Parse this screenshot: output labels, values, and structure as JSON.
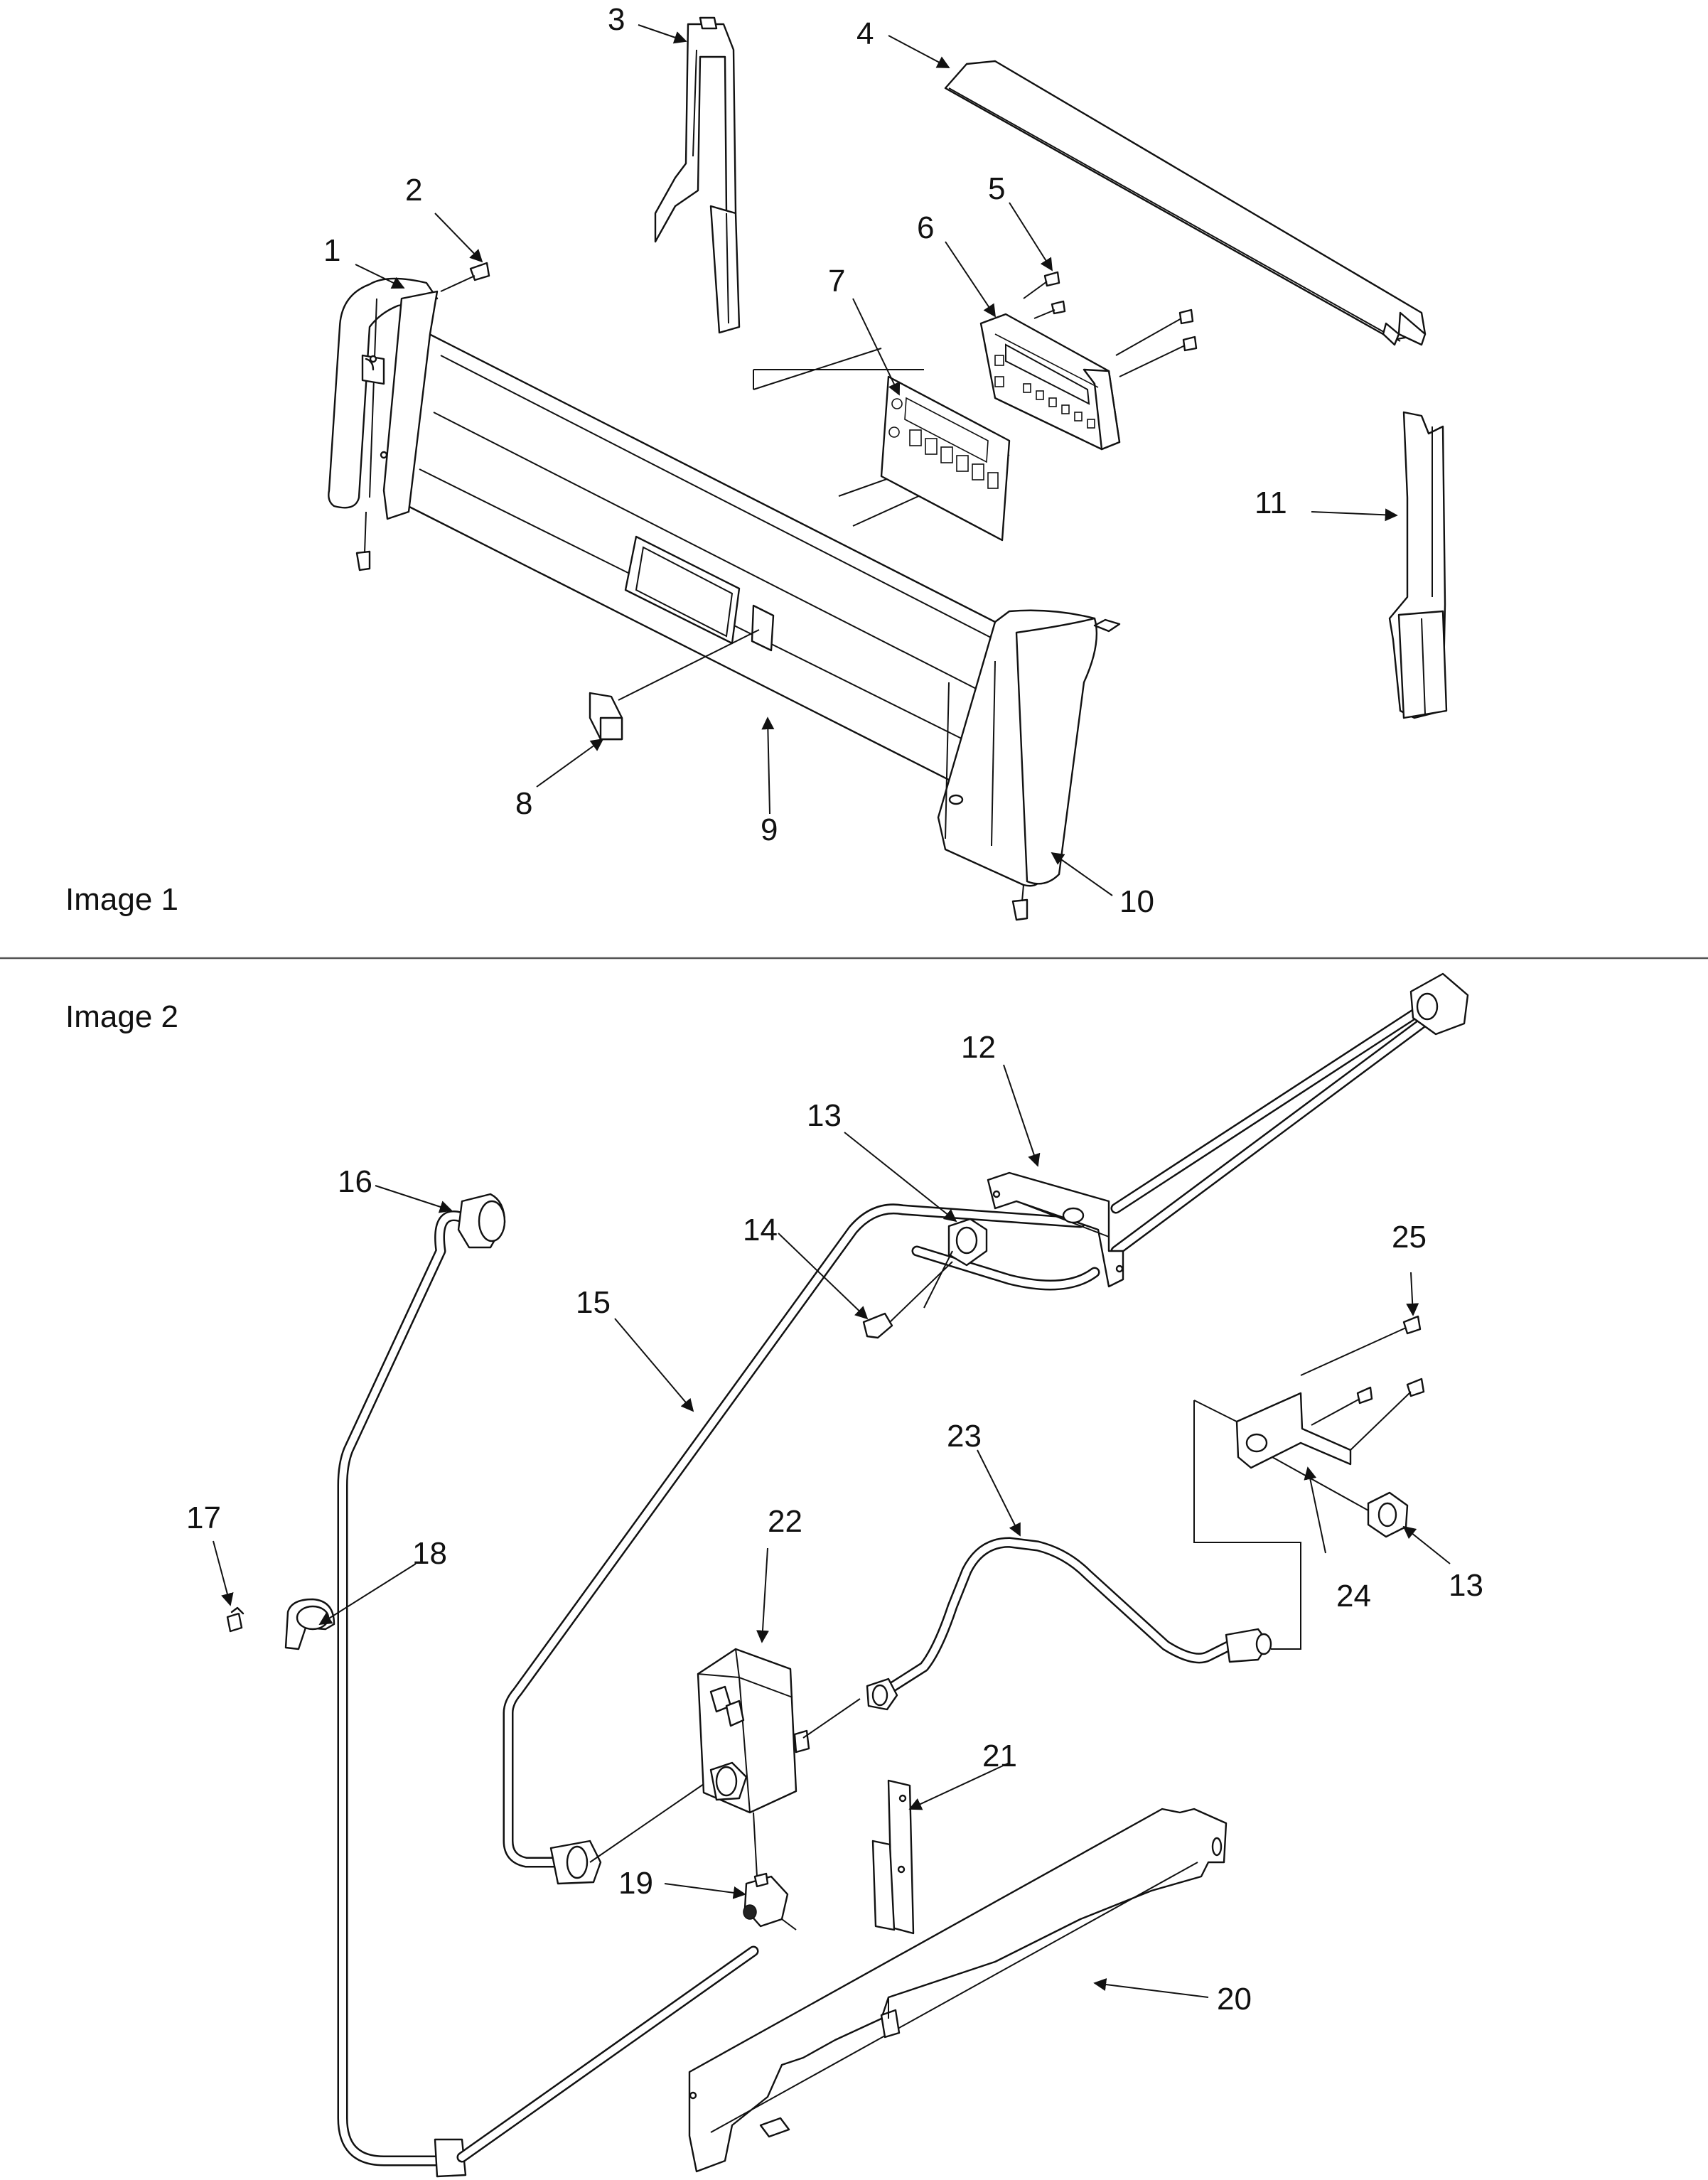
{
  "figures": [
    {
      "caption": "Image 1",
      "callouts": [
        "1",
        "2",
        "3",
        "4",
        "5",
        "6",
        "7",
        "8",
        "9",
        "10",
        "11"
      ]
    },
    {
      "caption": "Image 2",
      "callouts": [
        "12",
        "13",
        "14",
        "15",
        "16",
        "17",
        "18",
        "19",
        "20",
        "21",
        "22",
        "23",
        "13",
        "24",
        "25"
      ]
    }
  ],
  "divider_color": "#555555",
  "line_color": "#111111"
}
